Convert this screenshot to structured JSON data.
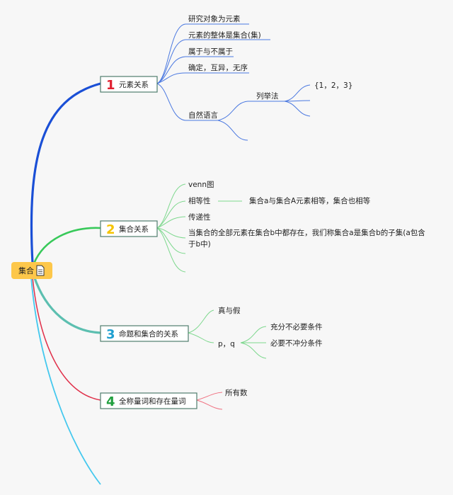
{
  "root": {
    "label": "集合",
    "icon": "document-icon"
  },
  "colors": {
    "branch1": "#1a4fd6",
    "branch2": "#38c95a",
    "branch3": "#5cbfb0",
    "branch4": "#e0304a",
    "branch5": "#44c8ee",
    "leaf1": "#4a78e0",
    "num1": "#e02030",
    "num2": "#f5c400",
    "num3": "#1f9fd0",
    "num4": "#22a040",
    "root_fill": "#fdc74a",
    "box_border": "#4f7d6d"
  },
  "topics": [
    {
      "num": "1",
      "label": "元素关系",
      "children": [
        "研究对象为元素",
        "元素的整体是集合(集)",
        "属于与不属于",
        "确定，互异，无序",
        "自然语言"
      ],
      "sub": {
        "label": "列举法",
        "value": "{1，2，3}"
      }
    },
    {
      "num": "2",
      "label": "集合关系",
      "children": [
        "venn图",
        "相等性",
        "传递性",
        "当集合的全部元素在集合b中都存在，我们称集合a是集合b的子集(a包含",
        "于b中)"
      ],
      "equality_detail": "集合a与集合A元素相等，集合也相等"
    },
    {
      "num": "3",
      "label": "命题和集合的关系",
      "children": [
        "真与假",
        "p，q"
      ],
      "sub": [
        "充分不必要条件",
        "必要不冲分条件"
      ]
    },
    {
      "num": "4",
      "label": "全称量词和存在量词",
      "children": [
        "所有数"
      ]
    }
  ]
}
